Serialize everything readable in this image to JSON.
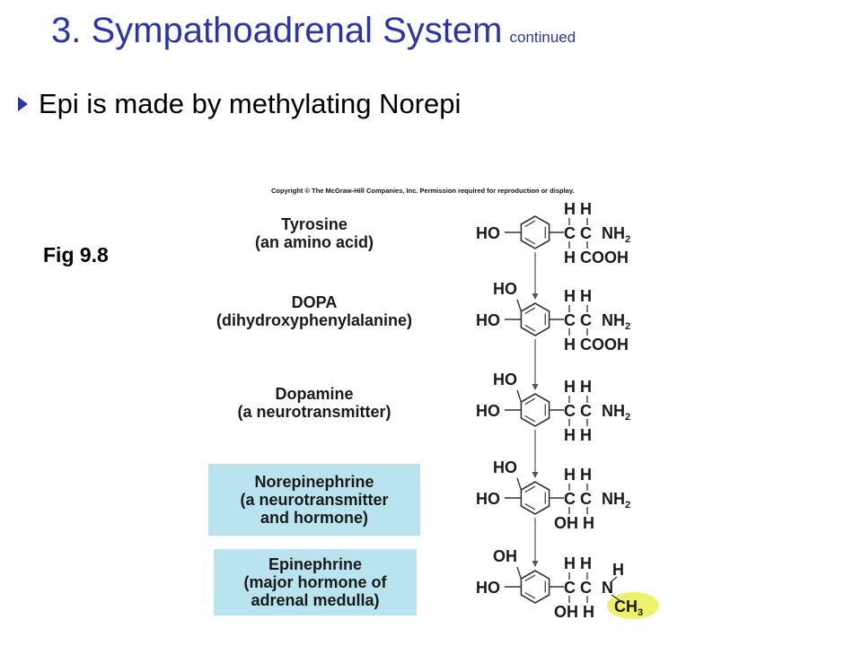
{
  "slide": {
    "title": "3. Sympathoadrenal System",
    "title_suffix": "continued",
    "bullet": "Epi is made by methylating Norepi",
    "fig_label": "Fig 9.8",
    "title_color": "#2a36a6"
  },
  "figure": {
    "copyright": "Copyright © The McGraw-Hill Companies, Inc. Permission required for reproduction or display.",
    "compounds": [
      {
        "name": "Tyrosine",
        "desc": [
          "(an amino acid)"
        ]
      },
      {
        "name": "DOPA",
        "desc": [
          "(dihydroxyphenylalanine)"
        ]
      },
      {
        "name": "Dopamine",
        "desc": [
          "(a neurotransmitter)"
        ]
      },
      {
        "name": "Norepinephrine",
        "desc": [
          "(a neurotransmitter",
          "and hormone)"
        ]
      },
      {
        "name": "Epinephrine",
        "desc": [
          "(major hormone of",
          "adrenal medulla)"
        ]
      }
    ],
    "structures": [
      {
        "ring_sub": "HO",
        "top_sub": "",
        "top_h": "H H",
        "mid": "C C",
        "right": "NH",
        "right_sub": "2",
        "bottom": "H COOH",
        "extra_h": ""
      },
      {
        "ring_sub": "HO",
        "top_sub": "HO",
        "top_h": "H H",
        "mid": "C C",
        "right": "NH",
        "right_sub": "2",
        "bottom": "H COOH",
        "extra_h": ""
      },
      {
        "ring_sub": "HO",
        "top_sub": "HO",
        "top_h": "H H",
        "mid": "C C",
        "right": "NH",
        "right_sub": "2",
        "bottom": "H H",
        "extra_h": ""
      },
      {
        "ring_sub": "HO",
        "top_sub": "HO",
        "top_h": "H H",
        "mid": "C C",
        "right": "NH",
        "right_sub": "2",
        "bottom": "OH H",
        "extra_h": ""
      },
      {
        "ring_sub": "HO",
        "top_sub": "OH",
        "top_h": "H H",
        "mid": "C C",
        "right": "N",
        "right_sub": "",
        "bottom": "OH H",
        "extra_h": "H"
      }
    ],
    "methyl": {
      "text": "CH",
      "sub": "3",
      "color": "#eef26a"
    },
    "box_color": "#b9e3ef"
  }
}
